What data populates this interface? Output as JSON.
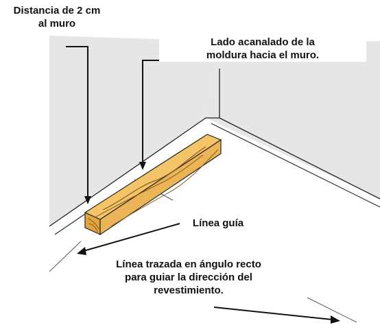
{
  "labels": {
    "distance": {
      "line1": "Distancia de 2 cm",
      "line2": "al muro"
    },
    "grooved_side": {
      "line1": "Lado acanalado de la",
      "line2": "moldura hacia el muro."
    },
    "guide_line": {
      "line1": "Línea guía"
    },
    "traced_line": {
      "line1": "Línea trazada en ángulo recto",
      "line2": "para guiar la dirección del",
      "line3": "revestimiento."
    }
  },
  "colors": {
    "wall_shade": "#e6e6e6",
    "floor": "#ffffff",
    "wood_light": "#f3c468",
    "wood_mid": "#e0a441",
    "wood_grain": "#8a5a1c",
    "line": "#222222"
  }
}
